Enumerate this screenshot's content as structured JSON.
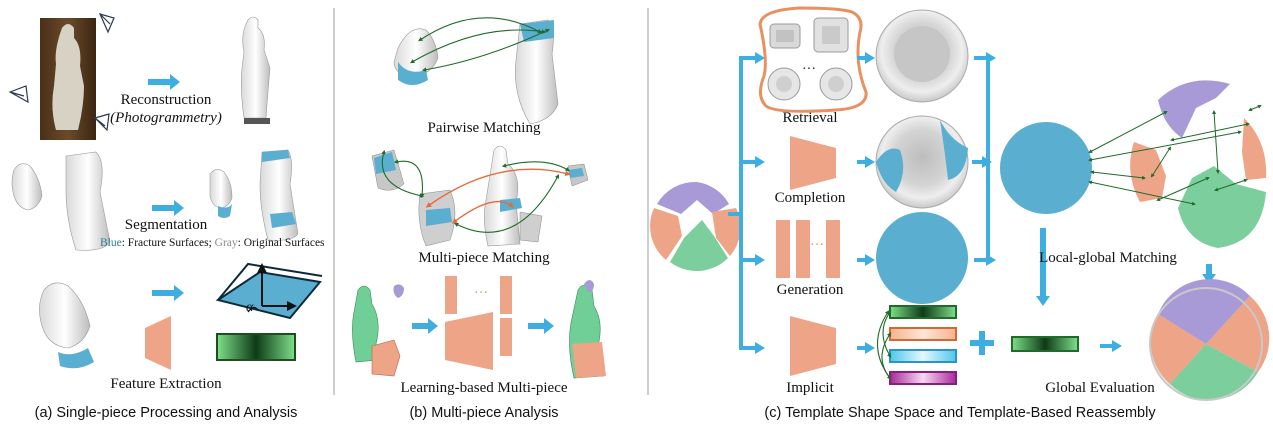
{
  "panel_a": {
    "reconstruction_label": "Reconstruction",
    "photogrammetry_label": "(Photogrammetry)",
    "segmentation_label": "Segmentation",
    "legend_blue": "Blue",
    "legend_blue_text": ": Fracture Surfaces; ",
    "legend_gray": "Gray",
    "legend_gray_text": ": Original Surfaces",
    "angle_symbol": "α",
    "feature_label": "Feature Extraction",
    "caption": "(a) Single-piece Processing and Analysis"
  },
  "panel_b": {
    "pairwise_label": "Pairwise Matching",
    "multipiece_label": "Multi-piece Matching",
    "ellipsis": "···",
    "learning_label": "Learning-based Multi-piece",
    "caption": "(b) Multi-piece Analysis"
  },
  "panel_c": {
    "retrieval_label": "Retrieval",
    "completion_label": "Completion",
    "generation_label": "Generation",
    "implicit_label": "Implicit",
    "ellipsis": "···",
    "plus": "+",
    "local_global_label": "Local-global Matching",
    "global_eval_label": "Global Evaluation",
    "caption": "(c) Template Shape Space and Template-Based Reassembly"
  },
  "colors": {
    "arrow_blue": "#3eaee0",
    "fracture_blue": "#5aaed0",
    "salmon": "#eea487",
    "lavender": "#a89ad6",
    "green": "#7ccf9d",
    "orange_outline": "#e8905f",
    "dark_green": "#1f6b2a"
  }
}
